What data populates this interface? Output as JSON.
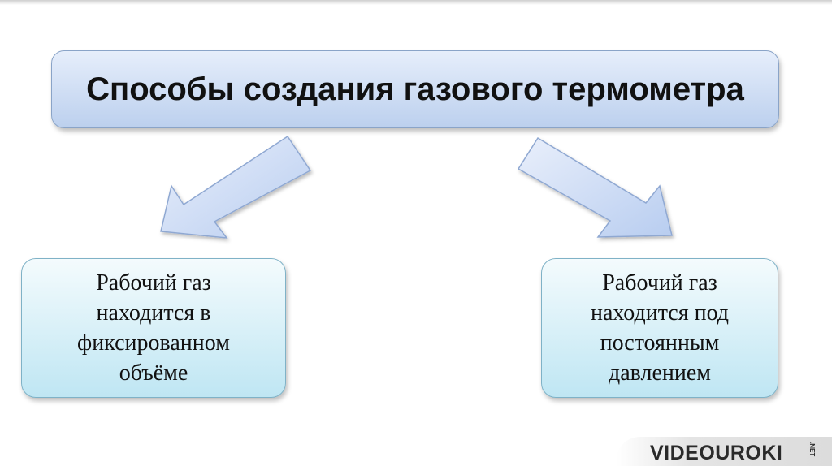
{
  "diagram": {
    "title": "Способы создания газового термометра",
    "methods": [
      {
        "text": "Рабочий газ\nнаходится в\nфиксированном\nобъёме"
      },
      {
        "text": "Рабочий газ\nнаходится под\nпостоянным\nдавлением"
      }
    ]
  },
  "branding": {
    "logo": "VIDEOUROKI",
    "logo_suffix": ".NET"
  },
  "colors": {
    "title_fill_top": "#e6eefb",
    "title_fill_bottom": "#bcd0ee",
    "method_fill_top": "#f4fbfd",
    "method_fill_bottom": "#bfe6f3",
    "arrow_fill": "#c5d6f4"
  }
}
